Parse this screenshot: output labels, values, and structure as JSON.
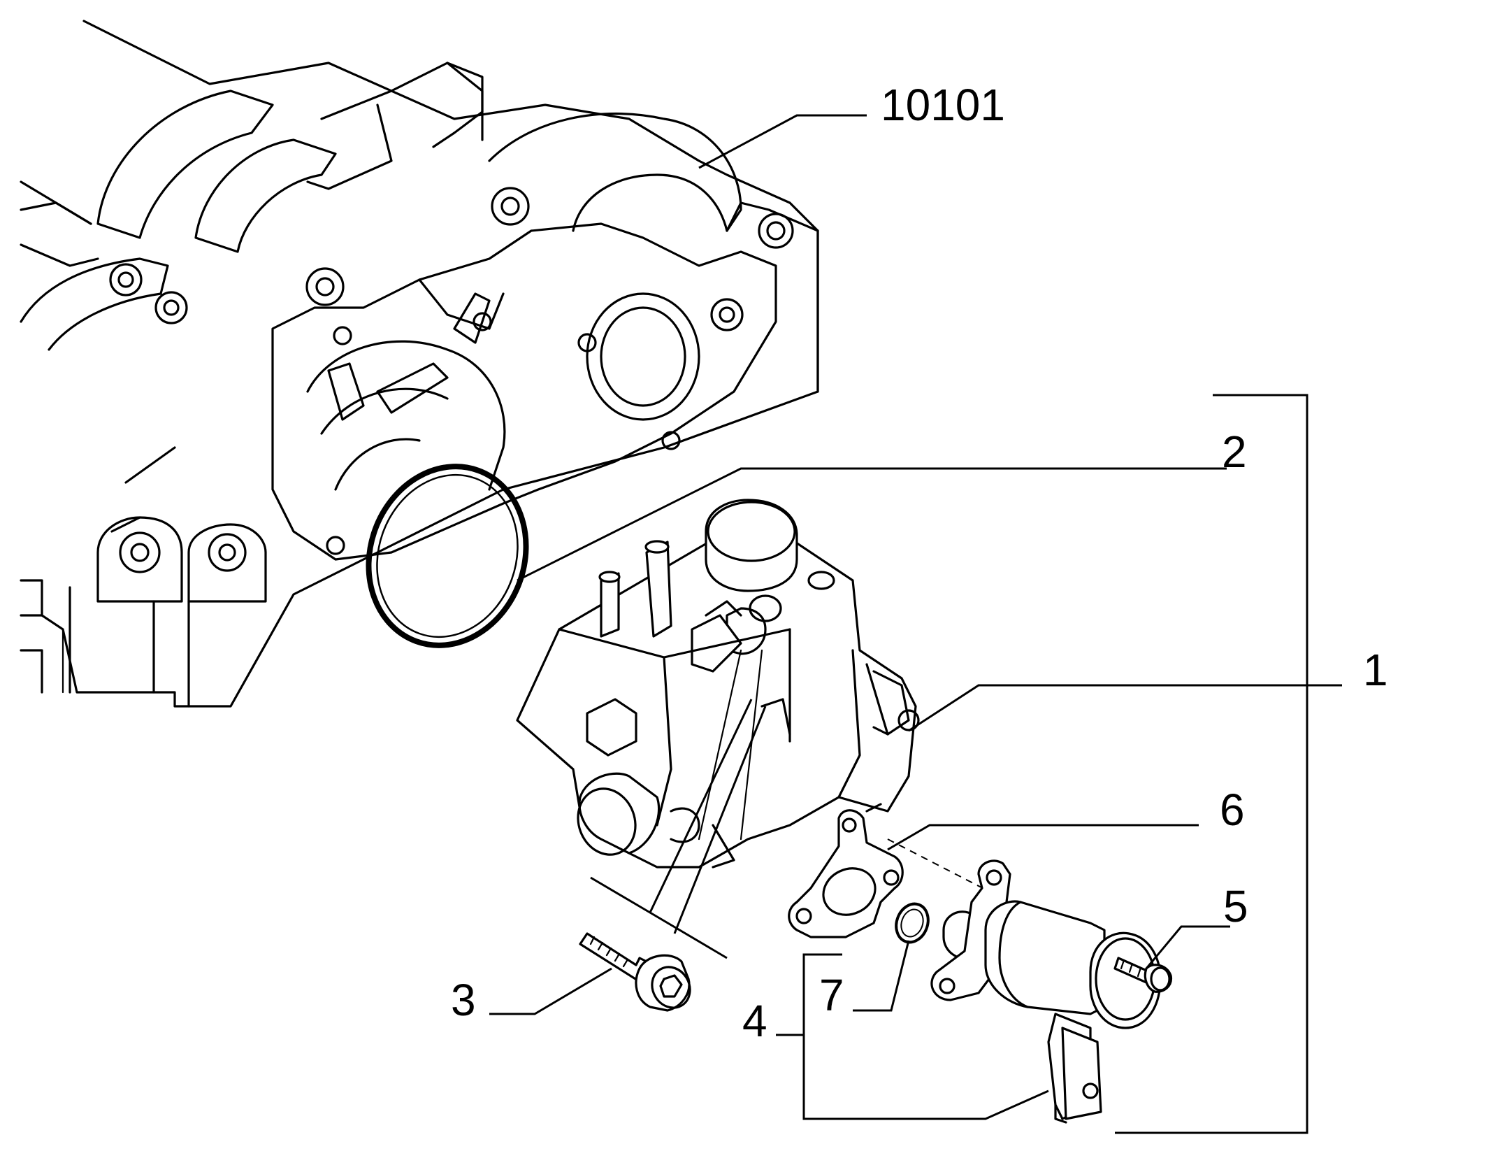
{
  "callouts": {
    "head": "10101",
    "pump": "1",
    "seal": "2",
    "bolt": "3",
    "valve_group": "4",
    "screw": "5",
    "gasket": "6",
    "o_ring": "7"
  }
}
